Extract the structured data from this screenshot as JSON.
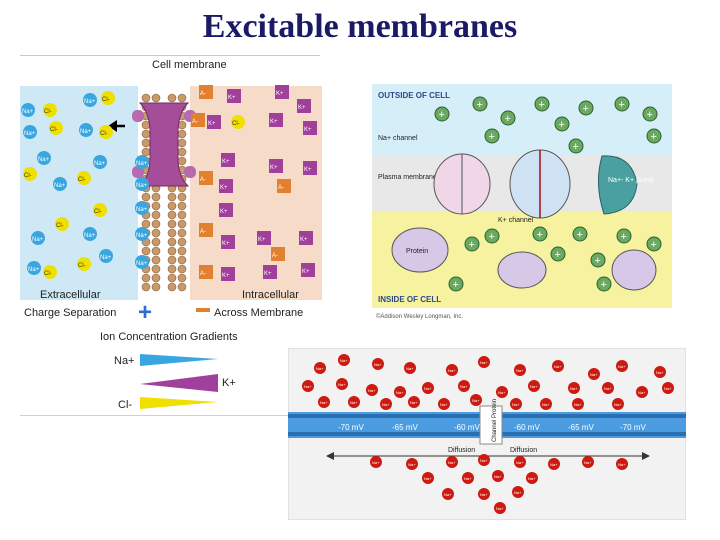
{
  "slide": {
    "title": "Excitable membranes"
  },
  "left_panel": {
    "cell_membrane_label": "Cell membrane",
    "extracellular_label": "Extracellular",
    "intracellular_label": "Intracellular",
    "charge_separation_label": "Charge Separation",
    "across_membrane_label": "Across Membrane",
    "ion_na": "Na+",
    "ion_cl": "Cl-",
    "ion_k": "K+",
    "anion_a": "A-"
  },
  "gradients": {
    "title": "Ion Concentration Gradients",
    "na_label": "Na+",
    "k_label": "K+",
    "cl_label": "Cl-",
    "colors": {
      "na": "#3aa6e0",
      "k": "#a0409a",
      "cl": "#f0e000"
    }
  },
  "right_panel": {
    "outside_label": "OUTSIDE OF CELL",
    "inside_label": "INSIDE OF CELL",
    "na_channel_label": "Na+ channel",
    "plasma_membrane_label": "Plasma membrane",
    "k_channel_label": "K+ channel",
    "pump_label": "Na+- K+ pump",
    "protein_label": "Protein",
    "credit": "©Addison Wesley Longman, Inc.",
    "ion_plus": "+",
    "ion_na": "Na+",
    "ion_k": "K+"
  },
  "bottom_panel": {
    "voltages": [
      "-70 mV",
      "-65 mV",
      "-60 mV",
      "-60 mV",
      "-65 mV",
      "-70 mV"
    ],
    "diffusion_left": "Diffusion",
    "diffusion_right": "Diffusion",
    "channel_label": "Channel Protein",
    "ion_na": "Na+"
  },
  "colors": {
    "title": "#1a1a66",
    "extracellular_bg": "#cfe8f5",
    "intracellular_bg": "#f6dcc8",
    "na_ion": "#3aa6e0",
    "k_ion": "#a0409a",
    "a_ion": "#e08030",
    "cl_ion": "#f0e000",
    "red_ion": "#cc1a10",
    "membrane_blue": "#4a9be0"
  }
}
